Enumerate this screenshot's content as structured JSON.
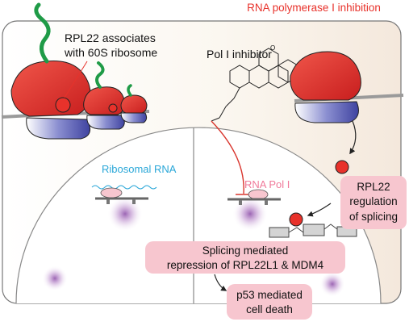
{
  "header": {
    "title": "RNA polymerase I inhibition",
    "title_color": "#e8322b"
  },
  "cytoplasm": {
    "label_line1": "RPL22 associates",
    "label_line2": "with 60S ribosome",
    "inhibitor_label": "Pol I inhibitor",
    "inhibitor_fragment": "O"
  },
  "nucleus": {
    "left_label": "Ribosomal RNA",
    "left_label_color": "#2aa7d8",
    "right_label": "RNA Pol I",
    "right_label_color": "#f07a9a"
  },
  "callouts": {
    "regulation_line1": "RPL22",
    "regulation_line2": "regulation",
    "regulation_line3": "of splicing",
    "repression_line1": "Splicing mediated",
    "repression_line2": "repression of RPL22L1 & MDM4",
    "death_line1": "p53 mediated",
    "death_line2": "cell death",
    "box_color": "#f7c6cf"
  },
  "colors": {
    "ribosome_large": "#e8322b",
    "ribosome_small": "#4b4fa8",
    "mrna": "#9a9a9a",
    "nascent_chain": "#1f9b47",
    "inhibition_line": "#d9362e",
    "nucleolus": "#8a4aa6"
  }
}
